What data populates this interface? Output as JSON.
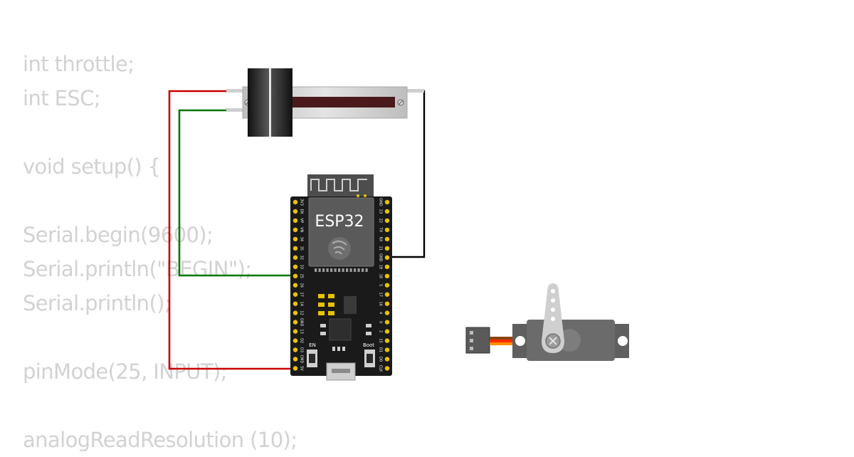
{
  "code_lines": [
    "int throttle;",
    "int ESC;",
    "",
    "void setup() {",
    "",
    "Serial.begin(9600);",
    "Serial.println(\"BEGIN\");",
    "Serial.println();",
    "",
    "pinMode(25, INPUT);",
    "",
    "analogReadResolution (10);"
  ],
  "board": {
    "name": "ESP32",
    "en_label": "EN",
    "boot_label": "Boot",
    "left_pins": [
      "3V3",
      "EN",
      "VP",
      "VN",
      "34",
      "35",
      "32",
      "33",
      "25",
      "26",
      "27",
      "14",
      "12",
      "GND",
      "13",
      "D2",
      "D3",
      "CMD",
      "5V"
    ],
    "right_pins": [
      "GND",
      "23",
      "22",
      "TX",
      "RX",
      "21",
      "GND",
      "19",
      "18",
      "5",
      "17",
      "16",
      "4",
      "0",
      "2",
      "15",
      "D1",
      "D0",
      "CLK"
    ]
  },
  "wires": {
    "vcc_color": "#cc0000",
    "signal_color": "#007700",
    "gnd_color": "#000000",
    "servo_colors": [
      "#8b4513",
      "#ff2a00",
      "#ff8c00"
    ]
  },
  "colors": {
    "code_text": "#d2d2d2",
    "board_body": "#1a1a1a",
    "pin_gold": "#e8c200"
  }
}
